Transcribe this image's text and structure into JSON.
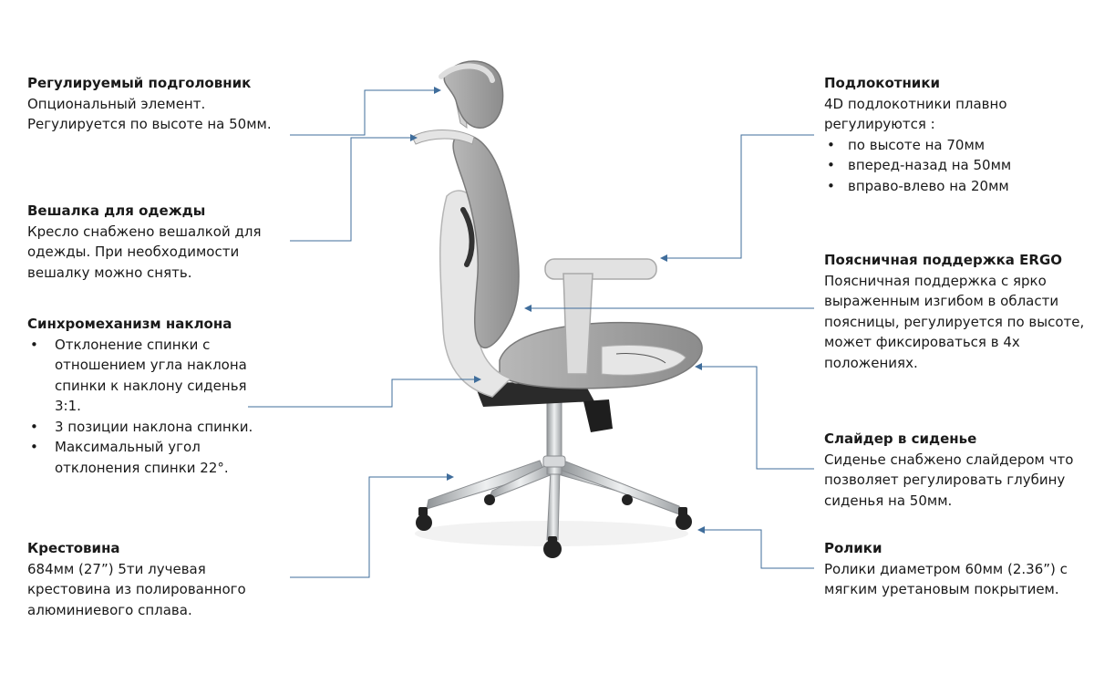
{
  "features": {
    "headrest": {
      "title": "Регулируемый подголовник",
      "lines": [
        "Опциональный элемент.",
        "Регулируется по высоте на 50мм."
      ]
    },
    "hanger": {
      "title": "Вешалка для одежды",
      "lines": [
        "Кресло снабжено вешалкой для",
        "одежды. При необходимости",
        "вешалку можно снять."
      ]
    },
    "sync": {
      "title": "Синхромеханизм наклона",
      "bullets": [
        [
          "Отклонение спинки с",
          "отношением  угла наклона",
          "спинки к наклону сиденья",
          "3:1."
        ],
        [
          "3 позиции наклона спинки."
        ],
        [
          "Максимальный угол",
          "отклонения спинки 22°."
        ]
      ]
    },
    "base": {
      "title": "Крестовина",
      "lines": [
        "684мм (27”) 5ти лучевая",
        "крестовина из полированного",
        "алюминиевого сплава."
      ]
    },
    "armrests": {
      "title": "Подлокотники",
      "lines": [
        "4D подлокотники плавно",
        "регулируются :"
      ],
      "bullets": [
        "по высоте на 70мм",
        "вперед-назад на 50мм",
        "вправо-влево на 20мм"
      ]
    },
    "lumbar": {
      "title": "Поясничная поддержка ERGO",
      "lines": [
        "Поясничная поддержка с ярко",
        "выраженным изгибом в области",
        "поясницы, регулируется по высоте,",
        "может фиксироваться в 4х",
        "положениях."
      ]
    },
    "slider": {
      "title": "Слайдер в сиденье",
      "lines": [
        "Сиденье снабжено слайдером что",
        "позволяет регулировать глубину",
        "сиденья на 50мм."
      ]
    },
    "casters": {
      "title": "Ролики",
      "lines": [
        "Ролики диаметром 60мм (2.36”) с",
        "мягким уретановым покрытием."
      ]
    }
  },
  "colors": {
    "leader": "#3f6d9b",
    "frame": "#dedede",
    "mesh": "#9a9a9a",
    "metal": "#c4c7ca",
    "dark": "#222222"
  }
}
